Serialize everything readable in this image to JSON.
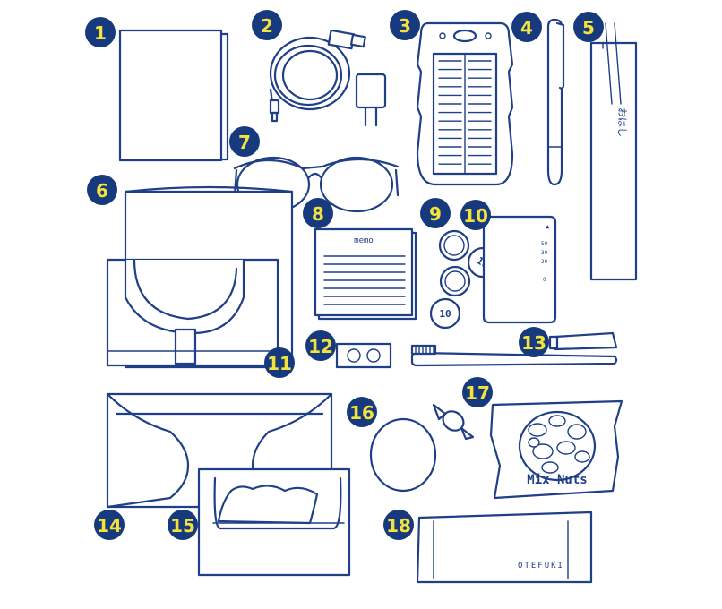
{
  "colors": {
    "stroke": "#1f3f87",
    "badge_fill": "#163a7d",
    "badge_text": "#f3e33b",
    "background": "#ffffff"
  },
  "badges": [
    "1",
    "2",
    "3",
    "4",
    "5",
    "6",
    "7",
    "8",
    "9",
    "10",
    "11",
    "12",
    "13",
    "14",
    "15",
    "16",
    "17",
    "18"
  ],
  "memo_pad": {
    "title": "memo"
  },
  "coins": {
    "coin_a": "10",
    "coin_b": "10"
  },
  "wallet_card": {
    "marks": [
      "50",
      "30",
      "20",
      "0"
    ]
  },
  "chopsticks_wrapper": {
    "text": "おはし"
  },
  "snack_bag": {
    "text": "Mix Nuts"
  },
  "wet_towel": {
    "text": "OTEFUKI"
  },
  "icons": [
    "notebook-icon",
    "usb-cable-icon",
    "charger-icon",
    "solar-power-bank-icon",
    "pen-icon",
    "chopsticks-icon",
    "glasses-icon",
    "pouch-icon",
    "memo-pad-icon",
    "coin-icon",
    "wallet-card-icon",
    "button-battery-icon",
    "toothbrush-icon",
    "toothpaste-icon",
    "mask-case-icon",
    "tissue-pack-icon",
    "hair-tie-icon",
    "candy-icon",
    "nut-snack-icon",
    "wet-towel-icon"
  ]
}
